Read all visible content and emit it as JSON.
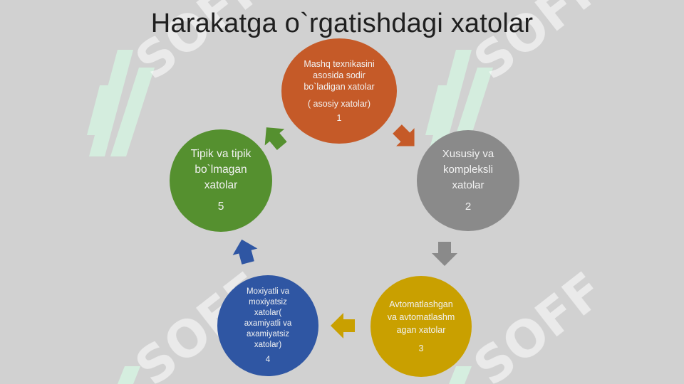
{
  "title": "Harakatga o`rgatishdagi xatolar",
  "watermark": "SOFF",
  "nodes": [
    {
      "label": "Mashq texnikasini asosida sodir bo`ladigan xatolar",
      "sublabel": "( asosiy xatolar)",
      "number": "1",
      "color": "#c55a28"
    },
    {
      "label": "Xususiy va kompleksli xatolar",
      "number": "2",
      "color": "#8a8a8a"
    },
    {
      "label": "Avtomatlashgan va avtomatlashmagan xatolar",
      "number": "3",
      "color": "#c9a000"
    },
    {
      "label": "Moxiyatli va moxiyatsiz xatolar( axamiyatli va axamiyatsiz xatolar)",
      "number": "4",
      "color": "#2f56a3"
    },
    {
      "label": "Tipik va tipik bo`lmagan xatolar",
      "number": "5",
      "color": "#55902f"
    }
  ],
  "colors": {
    "background": "#d1d1d1",
    "watermark_mark": "#d6efe0",
    "watermark_text": "#ffffff"
  }
}
